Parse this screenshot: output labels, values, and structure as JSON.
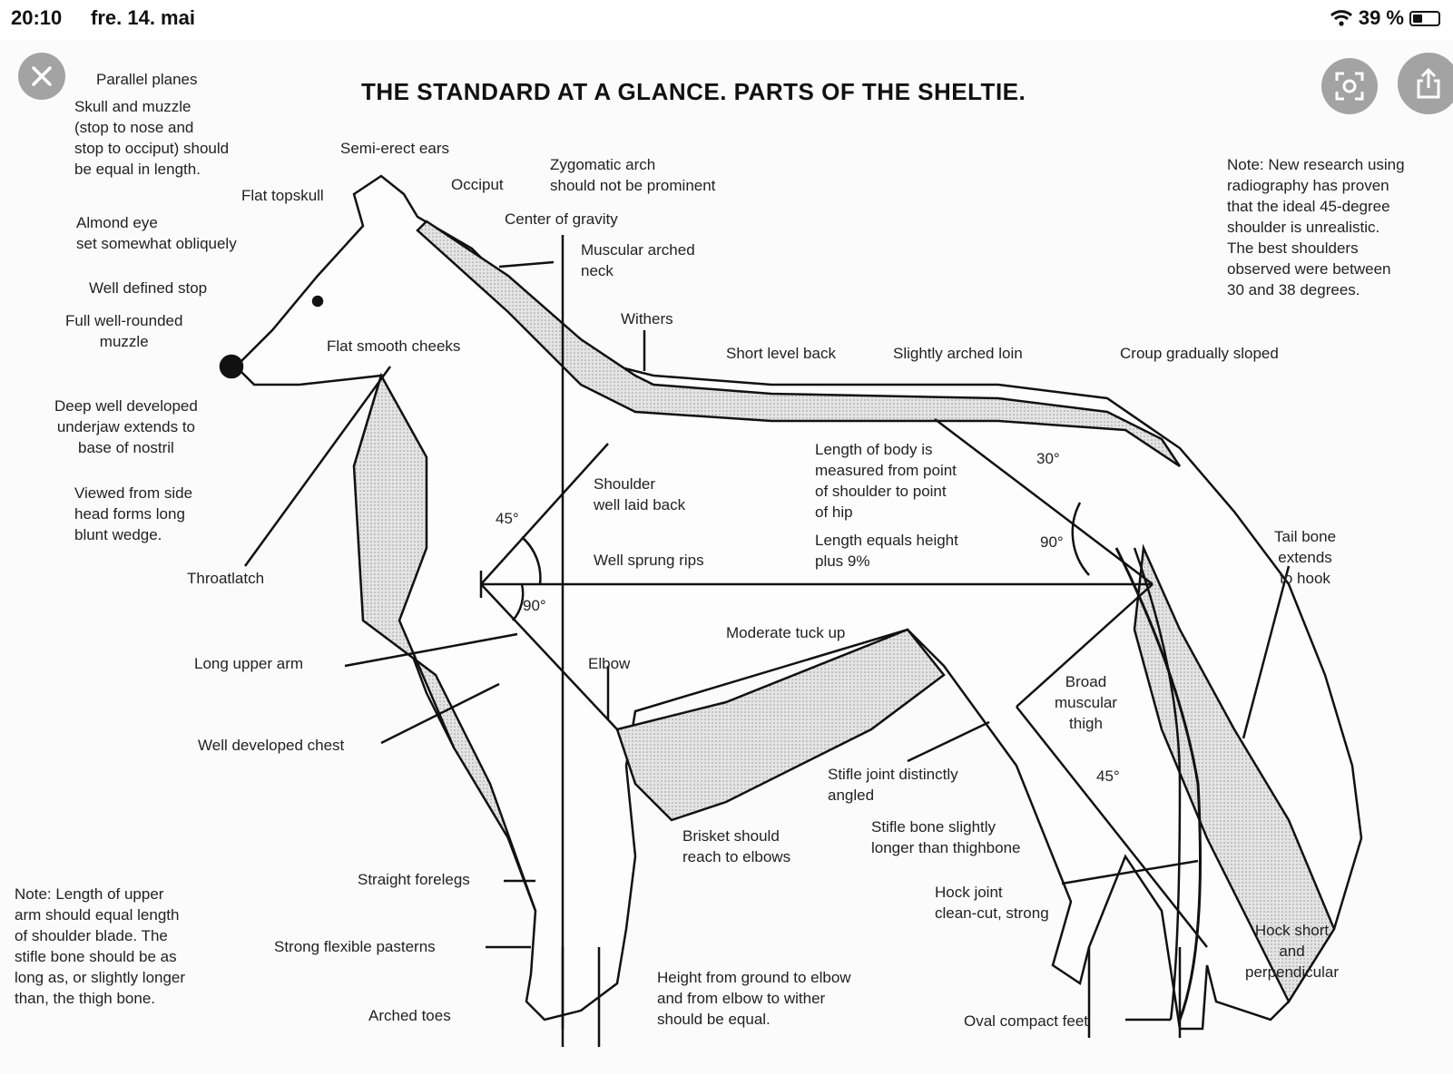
{
  "status_bar": {
    "time": "20:10",
    "date": "fre. 14. mai",
    "battery": "39 %",
    "battery_level": 0.39
  },
  "viewer": {
    "close_icon": "close-icon",
    "scan_icon": "visual-lookup-icon",
    "share_icon": "share-icon"
  },
  "diagram": {
    "title": "THE STANDARD AT A GLANCE. PARTS OF THE SHELTIE.",
    "labels": [
      "Parallel planes",
      "Skull and muzzle\n(stop to nose and\nstop to occiput) should\nbe equal in length.",
      "Semi-erect ears",
      "Flat topskull",
      "Occiput",
      "Zygomatic arch\nshould not be prominent",
      "Center of gravity",
      "Almond eye\nset somewhat obliquely",
      "Muscular arched\nneck",
      "Well defined stop",
      "Full well-rounded\nmuzzle",
      "Flat smooth cheeks",
      "Withers",
      "Short level back",
      "Slightly arched loin",
      "Croup gradually sloped",
      "Deep well developed\nunderjaw extends to\nbase of nostril",
      "Length of body is\nmeasured from point\nof shoulder to point\nof hip",
      "30°",
      "Shoulder\nwell laid back",
      "45°",
      "Viewed from side\nhead forms long\nblunt wedge.",
      "Length equals height\nplus 9%",
      "90°",
      "Well sprung rips",
      "Tail bone\nextends\nto hook",
      "Throatlatch",
      "90°",
      "Moderate tuck up",
      "Long upper arm",
      "Elbow",
      "Broad\nmuscular\nthigh",
      "Well developed chest",
      "Stifle joint distinctly\nangled",
      "45°",
      "Brisket should\nreach to elbows",
      "Stifle bone slightly\nlonger than thighbone",
      "Straight forelegs",
      "Hock joint\nclean-cut, strong",
      "Hock short\nand\nperpendicular",
      "Note: Length of upper\narm should equal length\nof shoulder blade. The\nstifle bone should be as\nlong as, or slightly longer\nthan, the thigh bone.",
      "Strong flexible pasterns",
      "Height from ground to elbow\nand from elbow to wither\nshould be equal.",
      "Arched toes",
      "Oval compact feet",
      "Note: New research using\nradiography has proven\nthat the ideal 45-degree\nshoulder is unrealistic.\nThe best shoulders\nobserved were between\n30 and 38 degrees."
    ]
  }
}
